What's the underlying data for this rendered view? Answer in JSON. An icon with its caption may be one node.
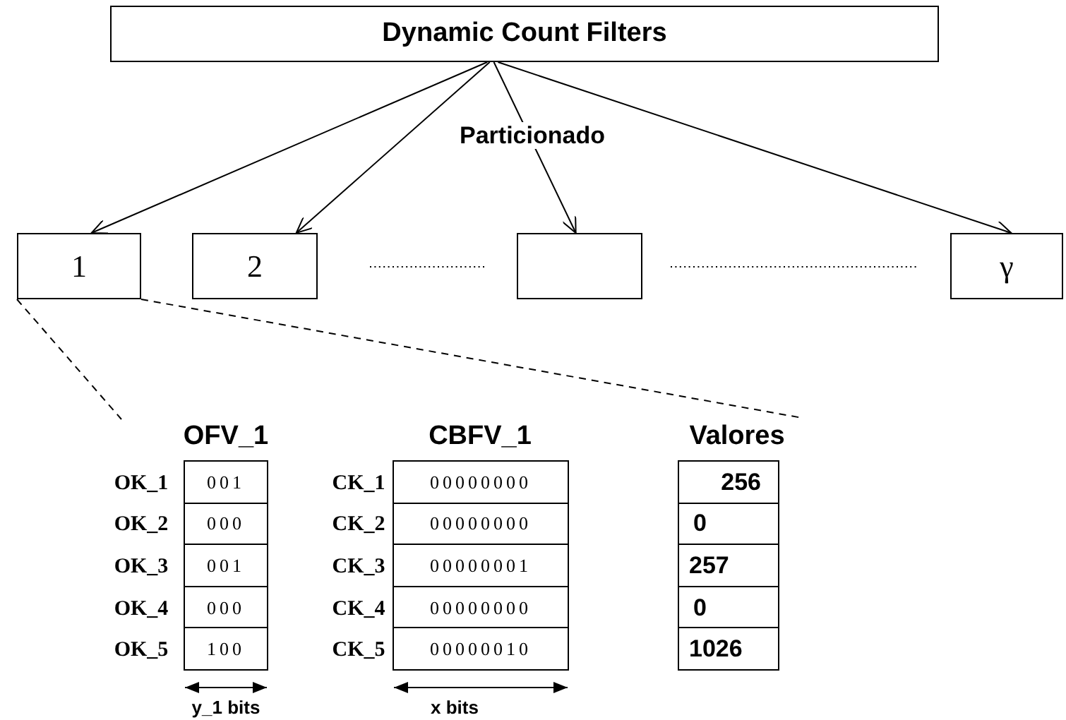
{
  "diagram": {
    "nodes": [
      {
        "text": [
          "Dynamic Count Filters"
        ]
      },
      {
        "text": [
          "1"
        ]
      },
      {
        "text": [
          "2"
        ]
      },
      {
        "text": [],
        "shape": "box"
      },
      {
        "text": [
          "γ"
        ]
      }
    ],
    "edges": [
      {
        "from": 0,
        "to": 1,
        "arrow": "to"
      },
      {
        "from": 0,
        "to": 2,
        "arrow": "to"
      },
      {
        "from": 0,
        "to": 3,
        "arrow": "to"
      },
      {
        "from": 0,
        "to": 4,
        "arrow": "to"
      },
      {
        "from": 1,
        "to": null,
        "arrow": "none",
        "style": "dashed"
      },
      {
        "from": 1,
        "to": null,
        "arrow": "none",
        "style": "dashed"
      }
    ],
    "labels": [
      "Particionado",
      "OFV_1",
      "CBFV_1",
      "Valores",
      "OK_1",
      "001",
      "CK_1",
      "00000000",
      "256",
      "OK_2",
      "000",
      "CK_2",
      "00000000",
      "0",
      "OK_3",
      "001",
      "CK_3",
      "00000001",
      "257",
      "OK_4",
      "000",
      "CK_4",
      "00000000",
      "0",
      "OK_5",
      "100",
      "CK_5",
      "00000010",
      "1026",
      "y_1 bits",
      "x bits"
    ]
  }
}
